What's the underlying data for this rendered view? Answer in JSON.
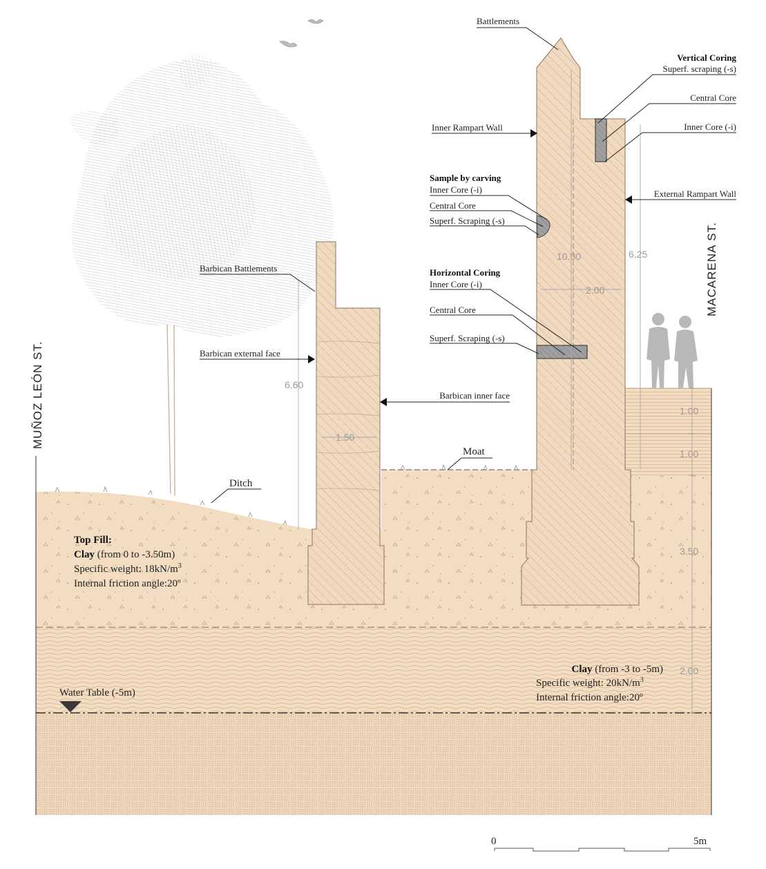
{
  "streets": {
    "left": "MUÑOZ LEÓN ST.",
    "right": "MACARENA ST."
  },
  "labels": {
    "battlements": "Battlements",
    "vertical_coring": "Vertical Coring",
    "vc_superf": "Superf. scraping (-s)",
    "vc_central": "Central Core",
    "vc_inner": "Inner Core (-i)",
    "inner_rampart_wall": "Inner Rampart Wall",
    "external_rampart_wall": "External Rampart Wall",
    "sample_by_carving": "Sample by carving",
    "sc_inner": "Inner Core (-i)",
    "sc_central": "Central Core",
    "sc_superf": "Superf. Scraping (-s)",
    "horizontal_coring": "Horizontal Coring",
    "hc_inner": "Inner Core (-i)",
    "hc_central": "Central Core",
    "hc_superf": "Superf. Scraping (-s)",
    "barbican_battlements": "Barbican Battlements",
    "barbican_external_face": "Barbican external face",
    "barbican_inner_face": "Barbican inner face",
    "moat": "Moat",
    "ditch": "Ditch"
  },
  "dimensions": {
    "rampart_height": "10.00",
    "rampart_ext_height": "6.25",
    "rampart_width": "2.00",
    "barbican_height": "6.60",
    "barbican_width": "1.50",
    "right_1": "1.00",
    "right_2": "1.00",
    "right_3": "3.50",
    "right_4": "2.00"
  },
  "soil": {
    "top_title": "Top Fill:",
    "top_clay_bold": "Clay",
    "top_clay_range": " (from 0 to -3.50m)",
    "top_weight": "Specific weight: 18kN/m",
    "top_weight_exp": "3",
    "top_friction": "Internal friction angle:20º",
    "lower_clay_bold": "Clay",
    "lower_clay_range": " (from -3 to -5m)",
    "lower_weight": "Specific weight: 20kN/m",
    "lower_weight_exp": "3",
    "lower_friction": "Internal friction angle:20º",
    "water_table": "Water Table (-5m)"
  },
  "scale": {
    "start": "0",
    "end": "5m"
  },
  "colors": {
    "soil": "#f2dcc2",
    "masonry": "#f1d9bf",
    "hatch": "#c9a98a",
    "core_fill": "#9a9a9a",
    "person": "#b8b8b8",
    "tree": "#a9a9a9"
  }
}
